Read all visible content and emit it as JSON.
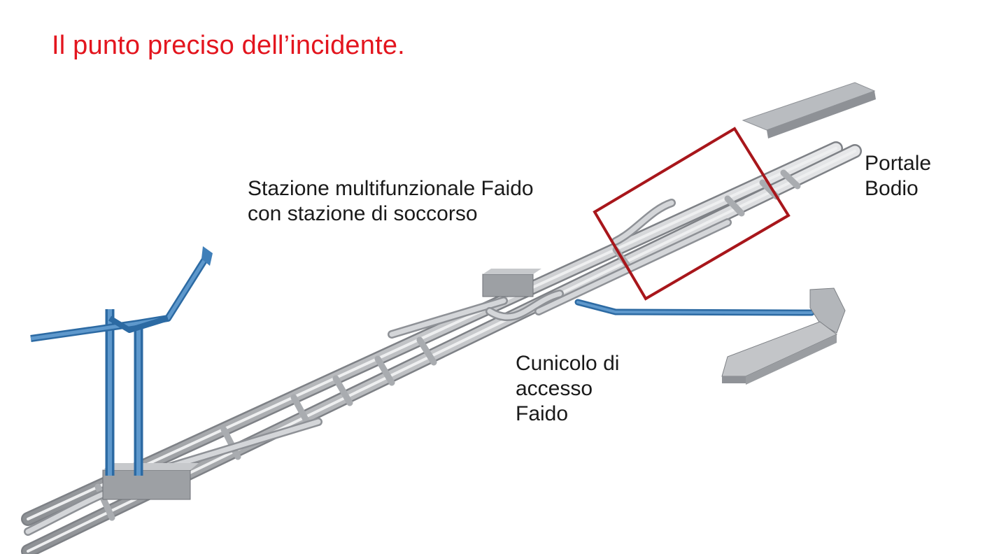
{
  "slide": {
    "title": "Il punto preciso dell’incidente.",
    "title_color": "#e3151e",
    "highlight_color": "#a8161b",
    "tunnel_color": "#c9cbce",
    "shaft_color": "#3f7fb9"
  },
  "labels": {
    "station": "Stazione multifunzionale Faido\ncon stazione di soccorso",
    "portal": "Portale\nBodio",
    "access": "Cunicolo di\naccesso\nFaido"
  }
}
